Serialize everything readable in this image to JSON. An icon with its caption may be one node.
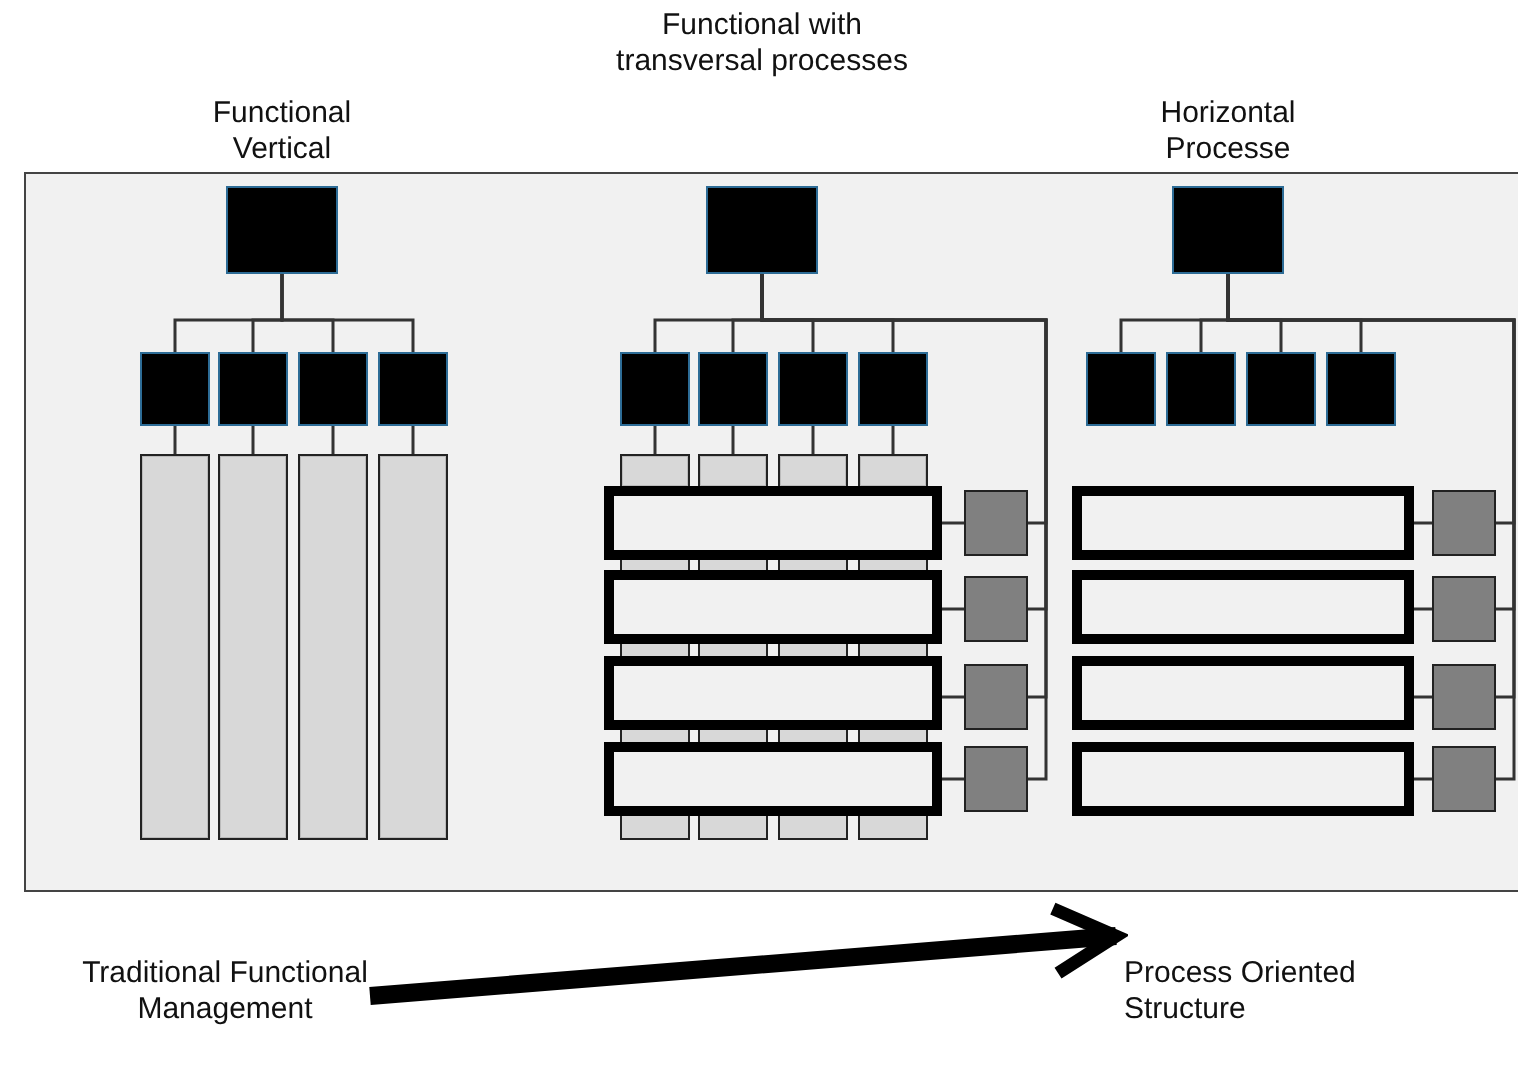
{
  "diagram": {
    "nodes": [
      {
        "text": [],
        "shape": "box"
      },
      {
        "text": [],
        "shape": "box"
      },
      {
        "text": [],
        "shape": "box"
      },
      {
        "text": [],
        "shape": "box"
      },
      {
        "text": [],
        "shape": "box"
      },
      {
        "text": [],
        "shape": "bar"
      },
      {
        "text": [],
        "shape": "bar"
      },
      {
        "text": [],
        "shape": "bar"
      },
      {
        "text": [],
        "shape": "bar"
      },
      {
        "text": [],
        "shape": "box"
      },
      {
        "text": [],
        "shape": "box"
      },
      {
        "text": [],
        "shape": "box"
      },
      {
        "text": [],
        "shape": "box"
      },
      {
        "text": [],
        "shape": "box"
      },
      {
        "text": [],
        "shape": "bar"
      },
      {
        "text": [],
        "shape": "bar"
      },
      {
        "text": [],
        "shape": "bar"
      },
      {
        "text": [],
        "shape": "bar"
      },
      {
        "text": [],
        "shape": "box"
      },
      {
        "text": [],
        "shape": "box"
      },
      {
        "text": [],
        "shape": "box"
      },
      {
        "text": [],
        "shape": "box"
      },
      {
        "text": [],
        "shape": "box"
      },
      {
        "text": [],
        "shape": "box"
      },
      {
        "text": [],
        "shape": "box"
      },
      {
        "text": [],
        "shape": "box"
      },
      {
        "text": [],
        "shape": "box"
      },
      {
        "text": [],
        "shape": "box"
      },
      {
        "text": [],
        "shape": "box"
      },
      {
        "text": [],
        "shape": "box"
      },
      {
        "text": [],
        "shape": "box"
      },
      {
        "text": [],
        "shape": "box"
      },
      {
        "text": [],
        "shape": "box"
      },
      {
        "text": [],
        "shape": "box"
      },
      {
        "text": [],
        "shape": "box"
      },
      {
        "text": [],
        "shape": "box"
      },
      {
        "text": [],
        "shape": "box"
      },
      {
        "text": [],
        "shape": "box"
      },
      {
        "text": [],
        "shape": "box"
      },
      {
        "text": [
          "Traditional Functional Management"
        ]
      },
      {
        "text": [
          "Process Oriented Structure"
        ]
      }
    ],
    "edges": [
      {
        "from": 0,
        "to": 1,
        "arrow": "none"
      },
      {
        "from": 0,
        "to": 2,
        "arrow": "none"
      },
      {
        "from": 0,
        "to": 3,
        "arrow": "none"
      },
      {
        "from": 0,
        "to": 4,
        "arrow": "none"
      },
      {
        "from": 1,
        "to": 5,
        "arrow": "none"
      },
      {
        "from": 2,
        "to": 6,
        "arrow": "none"
      },
      {
        "from": 3,
        "to": 7,
        "arrow": "none"
      },
      {
        "from": 4,
        "to": 8,
        "arrow": "none"
      },
      {
        "from": 9,
        "to": 10,
        "arrow": "none"
      },
      {
        "from": 9,
        "to": 11,
        "arrow": "none"
      },
      {
        "from": 9,
        "to": 12,
        "arrow": "none"
      },
      {
        "from": 9,
        "to": 13,
        "arrow": "none"
      },
      {
        "from": 10,
        "to": 14,
        "arrow": "none"
      },
      {
        "from": 11,
        "to": 15,
        "arrow": "none"
      },
      {
        "from": 12,
        "to": 16,
        "arrow": "none"
      },
      {
        "from": 13,
        "to": 17,
        "arrow": "none"
      },
      {
        "from": 18,
        "to": 22,
        "arrow": "none"
      },
      {
        "from": 19,
        "to": 23,
        "arrow": "none"
      },
      {
        "from": 20,
        "to": 24,
        "arrow": "none"
      },
      {
        "from": 21,
        "to": 25,
        "arrow": "none"
      },
      {
        "from": 9,
        "to": 22,
        "arrow": "none"
      },
      {
        "from": 9,
        "to": 23,
        "arrow": "none"
      },
      {
        "from": 9,
        "to": 24,
        "arrow": "none"
      },
      {
        "from": 9,
        "to": 25,
        "arrow": "none"
      },
      {
        "from": 26,
        "to": 27,
        "arrow": "none"
      },
      {
        "from": 26,
        "to": 28,
        "arrow": "none"
      },
      {
        "from": 26,
        "to": 29,
        "arrow": "none"
      },
      {
        "from": 26,
        "to": 30,
        "arrow": "none"
      },
      {
        "from": 31,
        "to": 35,
        "arrow": "none"
      },
      {
        "from": 32,
        "to": 36,
        "arrow": "none"
      },
      {
        "from": 33,
        "to": 37,
        "arrow": "none"
      },
      {
        "from": 34,
        "to": 38,
        "arrow": "none"
      },
      {
        "from": 26,
        "to": 35,
        "arrow": "none"
      },
      {
        "from": 26,
        "to": 36,
        "arrow": "none"
      },
      {
        "from": 26,
        "to": 37,
        "arrow": "none"
      },
      {
        "from": 26,
        "to": 38,
        "arrow": "none"
      },
      {
        "from": 39,
        "to": 40,
        "arrow": "to",
        "style": "thick"
      }
    ],
    "labels": [
      "Functional Vertical",
      "Functional with transversal processes",
      "Horizontal Processe"
    ]
  }
}
